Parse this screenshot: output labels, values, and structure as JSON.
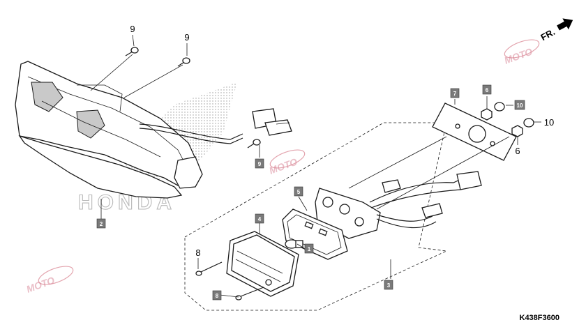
{
  "diagram_code": "K438F3600",
  "direction_label": "FR.",
  "brand_text": "HONDA",
  "watermark_text": "MOTO",
  "callouts_boxed": [
    "1",
    "2",
    "3",
    "4",
    "5",
    "6",
    "7",
    "8",
    "9",
    "10"
  ],
  "callouts_plain": [
    "9",
    "9",
    "8",
    "10",
    "6"
  ],
  "colors": {
    "line": "#1a1a1a",
    "callout_box": "#7a7a7a",
    "watermark": "#e3a3ad"
  }
}
